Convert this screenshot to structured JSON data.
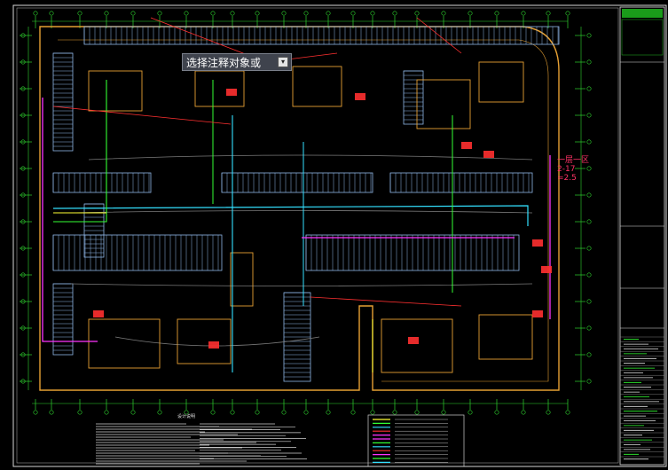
{
  "window": {
    "background": "#000000"
  },
  "prompt": {
    "text": "选择注释对象或",
    "option_icon": "dropdown-arrow-icon",
    "option_glyph": "▾"
  },
  "drawing": {
    "annotation_side": "一层一区\n2-17\n=2.5",
    "notes_title": "设计说明",
    "palette": {
      "wall": "#e6a033",
      "grid": "#2fd62f",
      "parking": "#8fb7e8",
      "pipe_red": "#ff3030",
      "pipe_magenta": "#ff33ff",
      "pipe_cyan": "#33e0ff",
      "pipe_green": "#33ff33",
      "pipe_yellow": "#ffff33",
      "frame": "#e8e8e8",
      "titleblock": "#1a9c1a"
    }
  }
}
